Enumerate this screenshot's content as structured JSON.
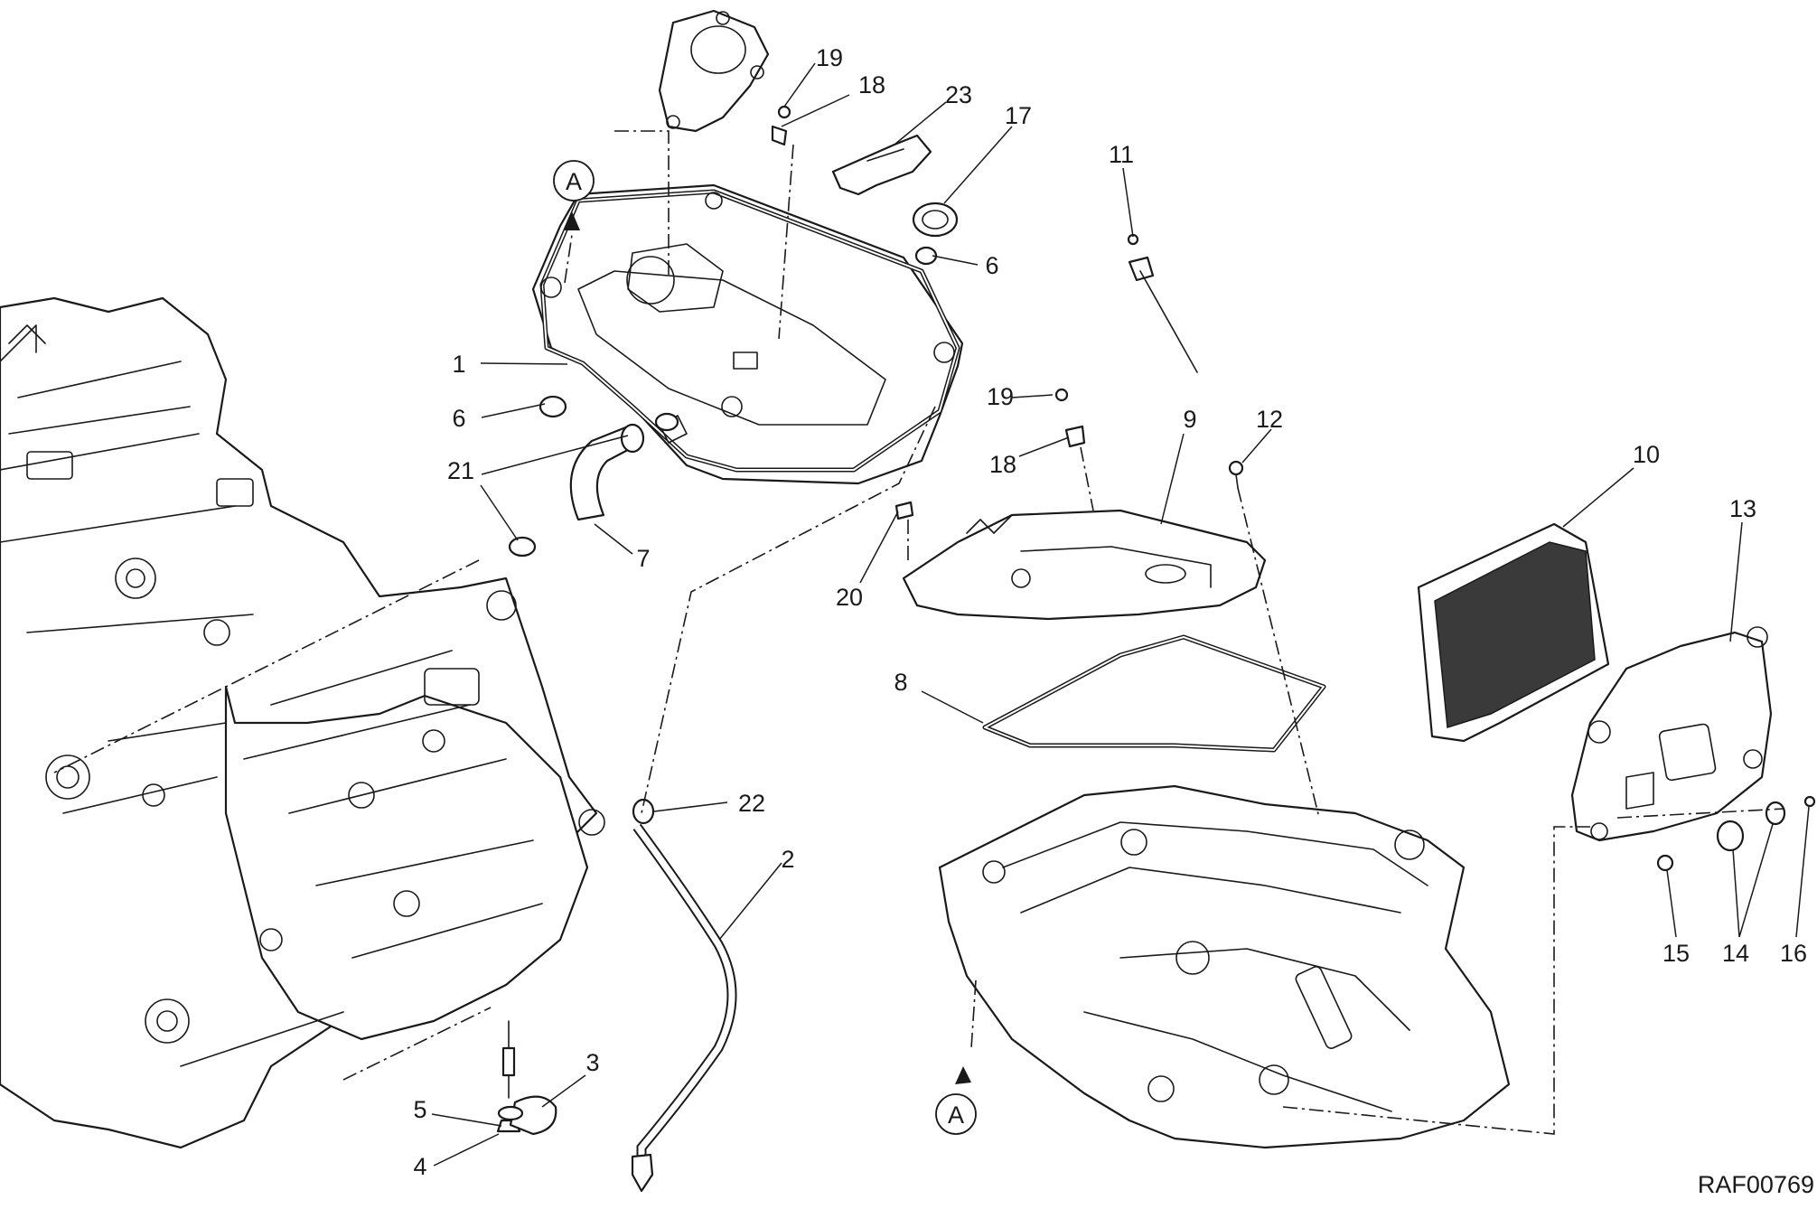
{
  "drawing_code": "RAF00769",
  "reference_marker": "A",
  "callouts": [
    {
      "id": "c1",
      "text": "1"
    },
    {
      "id": "c2",
      "text": "2"
    },
    {
      "id": "c3",
      "text": "3"
    },
    {
      "id": "c4",
      "text": "4"
    },
    {
      "id": "c5",
      "text": "5"
    },
    {
      "id": "c6a",
      "text": "6"
    },
    {
      "id": "c6b",
      "text": "6"
    },
    {
      "id": "c7",
      "text": "7"
    },
    {
      "id": "c8",
      "text": "8"
    },
    {
      "id": "c9",
      "text": "9"
    },
    {
      "id": "c10",
      "text": "10"
    },
    {
      "id": "c11",
      "text": "11"
    },
    {
      "id": "c12",
      "text": "12"
    },
    {
      "id": "c13",
      "text": "13"
    },
    {
      "id": "c14",
      "text": "14"
    },
    {
      "id": "c15",
      "text": "15"
    },
    {
      "id": "c16",
      "text": "16"
    },
    {
      "id": "c17",
      "text": "17"
    },
    {
      "id": "c18a",
      "text": "18"
    },
    {
      "id": "c18b",
      "text": "18"
    },
    {
      "id": "c19a",
      "text": "19"
    },
    {
      "id": "c19b",
      "text": "19"
    },
    {
      "id": "c20",
      "text": "20"
    },
    {
      "id": "c21",
      "text": "21"
    },
    {
      "id": "c22",
      "text": "22"
    },
    {
      "id": "c23",
      "text": "23"
    }
  ]
}
